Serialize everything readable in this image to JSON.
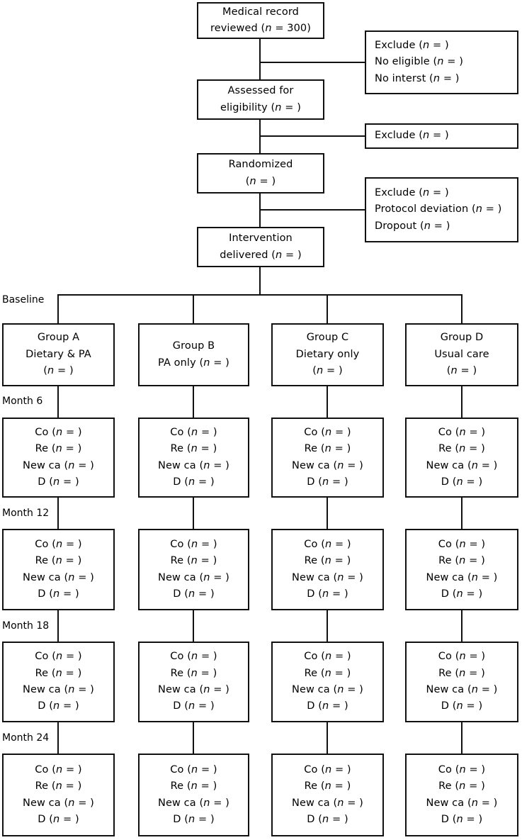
{
  "diagram": {
    "title": "CONSORT-style randomized trial flow diagram",
    "n_placeholder": "(n = )",
    "colors": {
      "stroke": "#111111",
      "background": "#ffffff",
      "text": "#000000"
    }
  },
  "main_flow": [
    {
      "id": "medical-record",
      "lines": [
        "Medical record",
        "reviewed (n = 300)"
      ],
      "n": "300"
    },
    {
      "id": "assessed-eligibility",
      "lines": [
        "Assessed for",
        "eligibility (n = )"
      ],
      "n": ""
    },
    {
      "id": "randomized",
      "lines": [
        "Randomized",
        "(n = )"
      ],
      "n": ""
    },
    {
      "id": "intervention-delivered",
      "lines": [
        "Intervention",
        "delivered (n = )"
      ],
      "n": ""
    }
  ],
  "exclusion_boxes": [
    {
      "id": "exclusion-1",
      "lines": [
        "Exclude (n = )",
        "No eligible (n = )",
        "No interst (n = )"
      ]
    },
    {
      "id": "exclusion-2",
      "lines": [
        "Exclude (n = )"
      ]
    },
    {
      "id": "exclusion-3",
      "lines": [
        "Exclude (n = )",
        "Protocol deviation (n = )",
        "Dropout (n = )"
      ]
    }
  ],
  "stage_labels": [
    {
      "id": "baseline",
      "label": "Baseline"
    },
    {
      "id": "month-6",
      "label": "Month 6"
    },
    {
      "id": "month-12",
      "label": "Month 12"
    },
    {
      "id": "month-18",
      "label": "Month 18"
    },
    {
      "id": "month-24",
      "label": "Month 24"
    }
  ],
  "groups": [
    {
      "id": "group-a",
      "lines": [
        "Group A",
        "Dietary & PA",
        "(n = )"
      ]
    },
    {
      "id": "group-b",
      "lines": [
        "Group B",
        "PA only (n = )"
      ]
    },
    {
      "id": "group-c",
      "lines": [
        "Group C",
        "Dietary only",
        "(n = )"
      ]
    },
    {
      "id": "group-d",
      "lines": [
        "Group D",
        "Usual care",
        "(n = )"
      ]
    }
  ],
  "followup_lines": [
    "Co (n = )",
    "Re (n = )",
    "New ca (n = )",
    "D (n = )"
  ],
  "followup_rows": [
    {
      "stage": "Month 6",
      "cells": [
        {
          "group": "Group A",
          "lines": [
            "Co (n = )",
            "Re (n = )",
            "New ca (n = )",
            "D (n = )"
          ]
        },
        {
          "group": "Group B",
          "lines": [
            "Co (n = )",
            "Re (n = )",
            "New ca (n = )",
            "D (n = )"
          ]
        },
        {
          "group": "Group C",
          "lines": [
            "Co (n = )",
            "Re (n = )",
            "New ca (n = )",
            "D (n = )"
          ]
        },
        {
          "group": "Group D",
          "lines": [
            "Co (n = )",
            "Re (n = )",
            "New ca (n = )",
            "D (n = )"
          ]
        }
      ]
    },
    {
      "stage": "Month 12",
      "cells": [
        {
          "group": "Group A",
          "lines": [
            "Co (n = )",
            "Re (n = )",
            "New ca (n = )",
            "D (n = )"
          ]
        },
        {
          "group": "Group B",
          "lines": [
            "Co (n = )",
            "Re (n = )",
            "New ca (n = )",
            "D (n = )"
          ]
        },
        {
          "group": "Group C",
          "lines": [
            "Co (n = )",
            "Re (n = )",
            "New ca (n = )",
            "D (n = )"
          ]
        },
        {
          "group": "Group D",
          "lines": [
            "Co (n = )",
            "Re (n = )",
            "New ca (n = )",
            "D (n = )"
          ]
        }
      ]
    },
    {
      "stage": "Month 18",
      "cells": [
        {
          "group": "Group A",
          "lines": [
            "Co (n = )",
            "Re (n = )",
            "New ca (n = )",
            "D (n = )"
          ]
        },
        {
          "group": "Group B",
          "lines": [
            "Co (n = )",
            "Re (n = )",
            "New ca (n = )",
            "D (n = )"
          ]
        },
        {
          "group": "Group C",
          "lines": [
            "Co (n = )",
            "Re (n = )",
            "New ca (n = )",
            "D (n = )"
          ]
        },
        {
          "group": "Group D",
          "lines": [
            "Co (n = )",
            "Re (n = )",
            "New ca (n = )",
            "D (n = )"
          ]
        }
      ]
    },
    {
      "stage": "Month 24",
      "cells": [
        {
          "group": "Group A",
          "lines": [
            "Co (n = )",
            "Re (n = )",
            "New ca (n = )",
            "D (n = )"
          ]
        },
        {
          "group": "Group B",
          "lines": [
            "Co (n = )",
            "Re (n = )",
            "New ca (n = )",
            "D (n = )"
          ]
        },
        {
          "group": "Group C",
          "lines": [
            "Co (n = )",
            "Re (n = )",
            "New ca (n = )",
            "D (n = )"
          ]
        },
        {
          "group": "Group D",
          "lines": [
            "Co (n = )",
            "Re (n = )",
            "New ca (n = )",
            "D (n = )"
          ]
        }
      ]
    }
  ]
}
